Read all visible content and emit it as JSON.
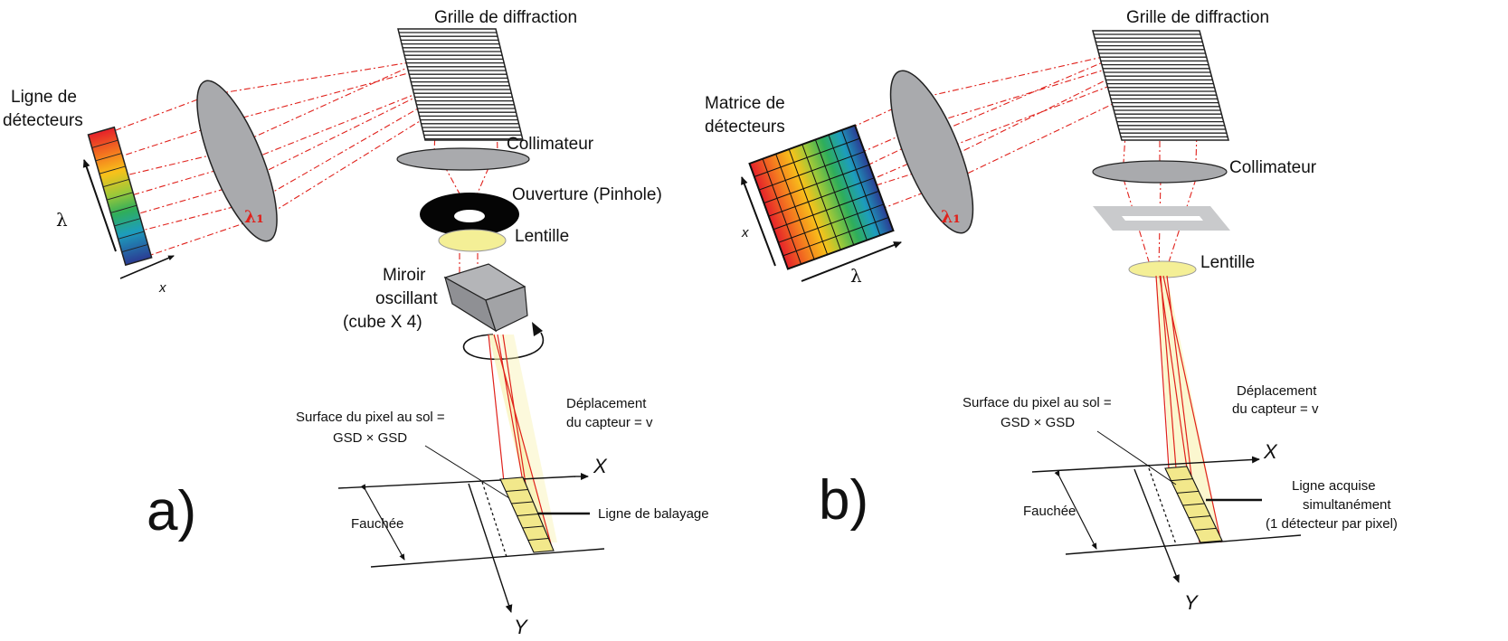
{
  "panel_a": {
    "panel_label": "a)",
    "grating_label": "Grille de diffraction",
    "detector_label_1": "Ligne de",
    "detector_label_2": "détecteurs",
    "lambda_label": "λ",
    "x_label": "x",
    "lambda_sub_label": "λ₁",
    "collimator_label": "Collimateur",
    "aperture_label": "Ouverture (Pinhole)",
    "lens_label": "Lentille",
    "mirror_label_1": "Miroir",
    "mirror_label_2": "oscillant",
    "mirror_label_3": "(cube X 4)",
    "displacement_1": "Déplacement",
    "displacement_2": "du capteur = v",
    "gsd_1": "Surface du pixel au sol =",
    "gsd_2": "GSD × GSD",
    "axis_x": "X",
    "axis_y": "Y",
    "swath_label": "Fauchée",
    "scan_line_label": "Ligne de balayage"
  },
  "panel_b": {
    "panel_label": "b)",
    "grating_label": "Grille de diffraction",
    "detector_label_1": "Matrice de",
    "detector_label_2": "détecteurs",
    "x_label": "x",
    "lambda_label": "λ",
    "lambda_sub_label": "λ₁",
    "collimator_label": "Collimateur",
    "lens_label": "Lentille",
    "displacement_1": "Déplacement",
    "displacement_2": "du capteur = v",
    "gsd_1": "Surface du pixel au sol =",
    "gsd_2": "GSD × GSD",
    "axis_x": "X",
    "axis_y": "Y",
    "swath_label": "Fauchée",
    "acquired_1": "Ligne acquise",
    "acquired_2": "simultanément",
    "acquired_3": "(1 détecteur par pixel)"
  },
  "colors": {
    "ray": "#e0211b",
    "grey_optic": "#a9aaad",
    "lens_yellow": "#f4ef96",
    "footprint_yellow": "#f2e88b"
  }
}
